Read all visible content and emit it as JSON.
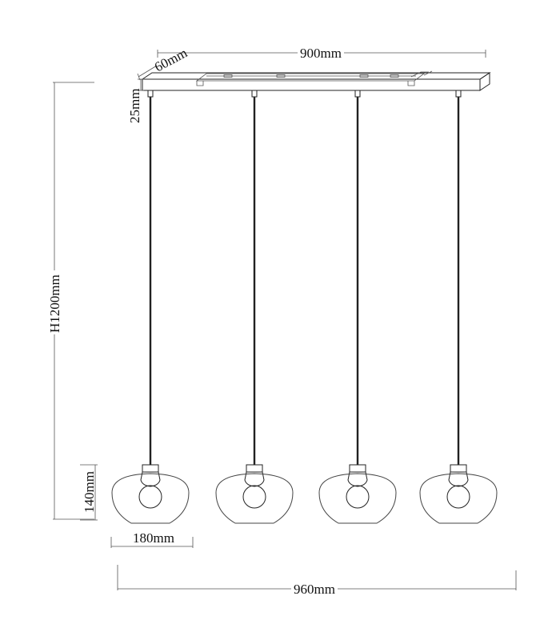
{
  "dimensions": {
    "canopy_length": "900mm",
    "canopy_depth": "60mm",
    "canopy_height": "25mm",
    "total_height": "H1200mm",
    "shade_height": "140mm",
    "shade_width": "180mm",
    "total_width": "960mm"
  }
}
